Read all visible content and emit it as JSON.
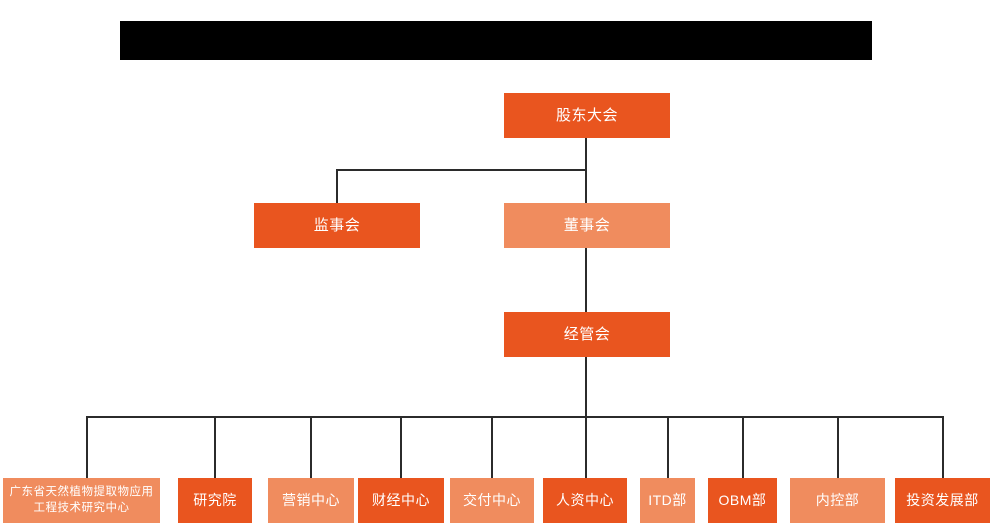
{
  "chart": {
    "type": "org-chart",
    "background_color": "#ffffff",
    "colors": {
      "deep_orange": "#E9551F",
      "light_orange": "#F08C5E",
      "connector": "#2b2b2b",
      "redaction": "#000000",
      "node_text": "#ffffff"
    },
    "redaction_bar": {
      "text": "",
      "description": "black redaction bar covering title area"
    },
    "nodes": {
      "shareholders": {
        "label": "股东大会",
        "tone": "deep"
      },
      "supervisors": {
        "label": "监事会",
        "tone": "deep"
      },
      "directors": {
        "label": "董事会",
        "tone": "light"
      },
      "management": {
        "label": "经管会",
        "tone": "deep"
      }
    },
    "departments": [
      {
        "label": "广东省天然植物提取物应用工程技术研究中心",
        "tone": "light"
      },
      {
        "label": "研究院",
        "tone": "deep"
      },
      {
        "label": "营销中心",
        "tone": "light"
      },
      {
        "label": "财经中心",
        "tone": "deep"
      },
      {
        "label": "交付中心",
        "tone": "light"
      },
      {
        "label": "人资中心",
        "tone": "deep"
      },
      {
        "label": "ITD部",
        "tone": "light"
      },
      {
        "label": "OBM部",
        "tone": "deep"
      },
      {
        "label": "内控部",
        "tone": "light"
      },
      {
        "label": "投资发展部",
        "tone": "deep"
      }
    ],
    "edges": [
      {
        "from": "shareholders",
        "to": "supervisors"
      },
      {
        "from": "shareholders",
        "to": "directors"
      },
      {
        "from": "directors",
        "to": "management"
      },
      {
        "from": "management",
        "to": "departments"
      }
    ]
  }
}
